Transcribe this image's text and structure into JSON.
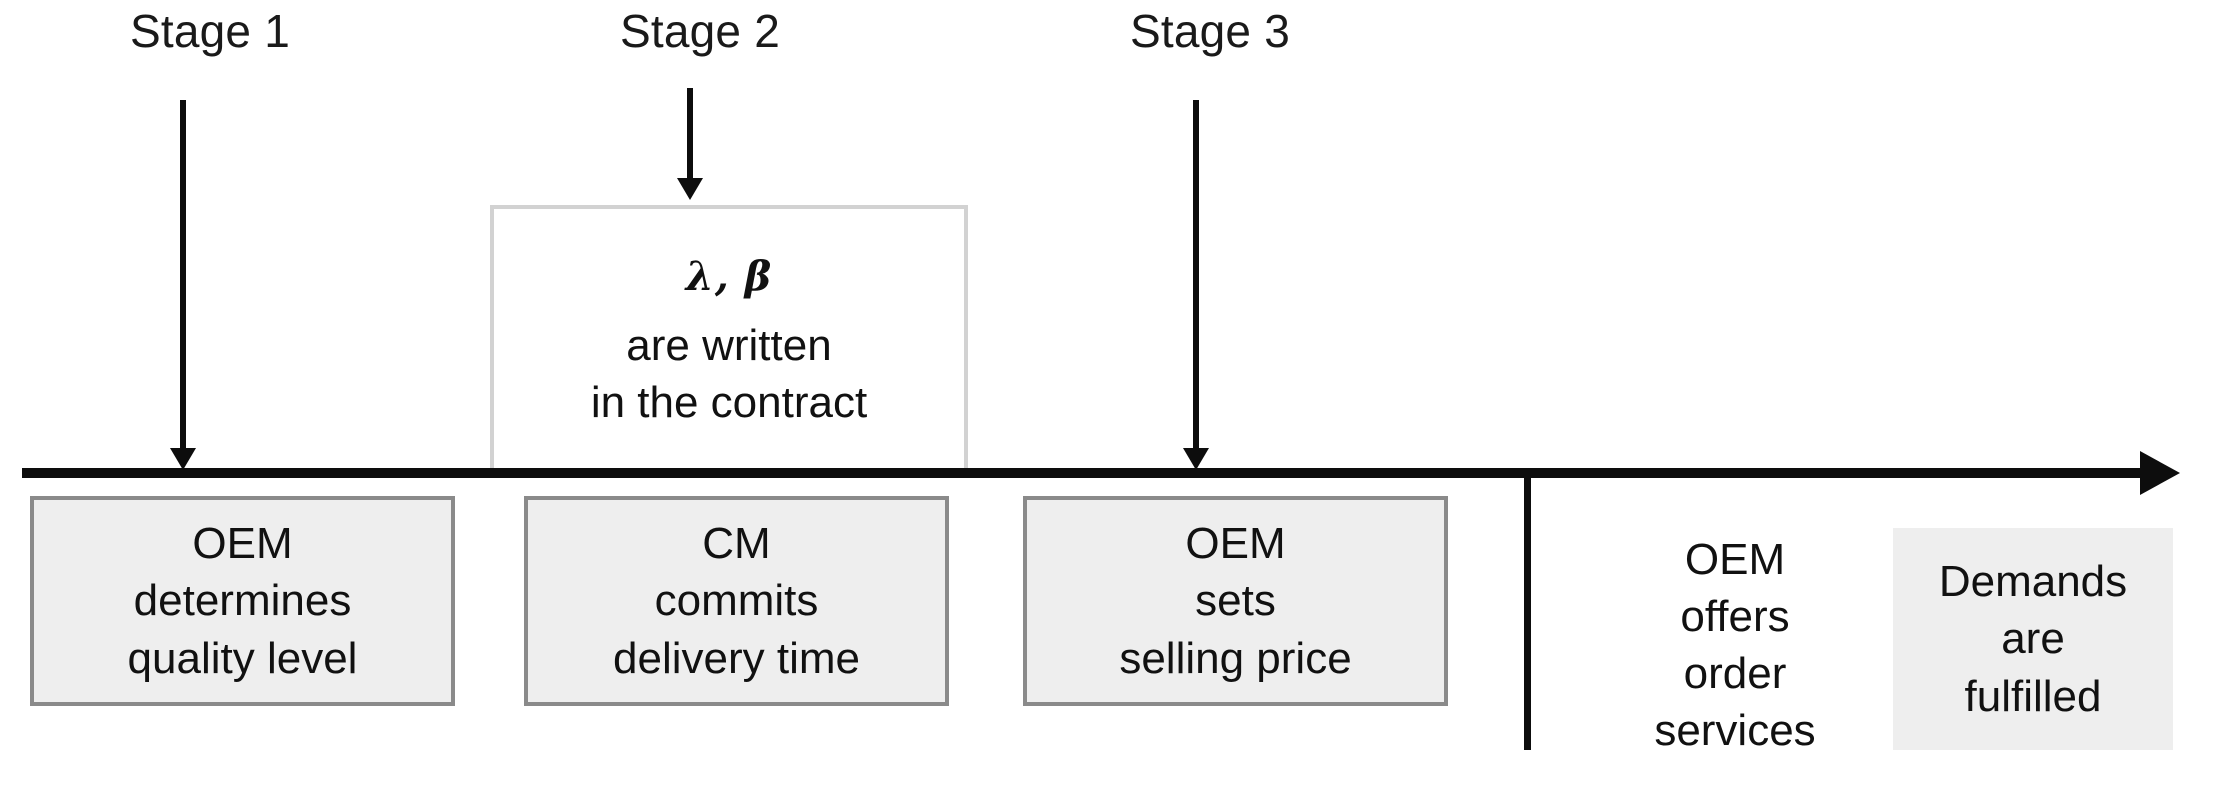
{
  "figure": {
    "type": "timeline-diagram",
    "title": "Three-stage supply chain contract timeline",
    "background_color": "#ffffff",
    "line_color": "#0d0d0d",
    "box_fill": "#eeeeee",
    "box_border": "#8a8a8a",
    "contract_box_border": "#d2d2d2"
  },
  "stages": [
    {
      "label": "Stage 1"
    },
    {
      "label": "Stage 2"
    },
    {
      "label": "Stage 3"
    }
  ],
  "contract_box": {
    "symbols": "λ, β",
    "lines": [
      "are written",
      "in the contract"
    ]
  },
  "timeline_nodes": [
    {
      "id": "oem-quality",
      "lines": [
        "OEM",
        "determines",
        "quality level"
      ],
      "style": "shaded"
    },
    {
      "id": "cm-delivery",
      "lines": [
        "CM",
        "commits",
        "delivery time"
      ],
      "style": "shaded"
    },
    {
      "id": "oem-price",
      "lines": [
        "OEM",
        "sets",
        "selling price"
      ],
      "style": "shaded"
    },
    {
      "id": "oem-order-services",
      "lines": [
        "OEM",
        "offers",
        "order",
        "services"
      ],
      "style": "plain"
    },
    {
      "id": "demands-fulfilled",
      "lines": [
        "Demands",
        "are",
        "fulfilled"
      ],
      "style": "fill-only"
    }
  ]
}
